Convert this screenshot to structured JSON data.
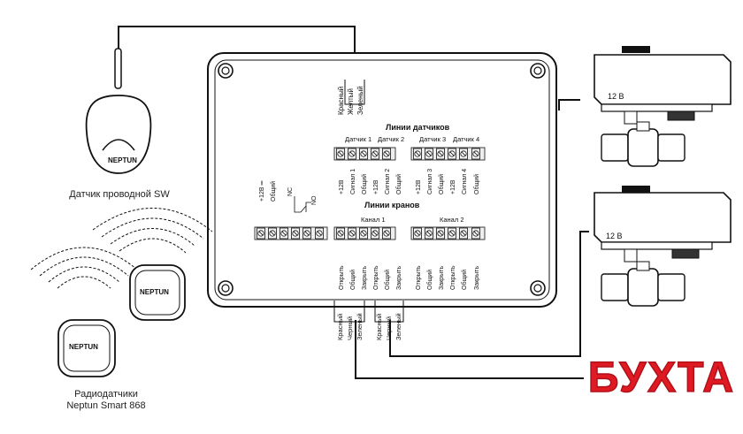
{
  "header": {
    "sensor_lines": "Линии датчиков",
    "valve_lines": "Линии кранов"
  },
  "sensor_channels": [
    "Датчик 1",
    "Датчик 2",
    "Датчик 3",
    "Датчик 4"
  ],
  "valve_channels": [
    "Канал 1",
    "Канал 2"
  ],
  "top_wires": [
    "Красный",
    "Желтый",
    "Зеленый"
  ],
  "bottom_wires": [
    "Красный",
    "Черный",
    "Зеленый",
    "Красный",
    "Черный",
    "Зеленый"
  ],
  "power_terminals": [
    "+12В ═",
    "Общий"
  ],
  "relay_terminals": [
    "NC",
    "NO"
  ],
  "sensor_terminals": [
    "+12В",
    "Сигнал 1",
    "Общий",
    "+12В",
    "Сигнал 2",
    "Общий",
    "+12В",
    "Сигнал 3",
    "Общий",
    "+12В",
    "Сигнал 4",
    "Общий"
  ],
  "valve_terminals": [
    "Открыть",
    "Общий",
    "Закрыть",
    "Открыть",
    "Общий",
    "Закрыть",
    "Открыть",
    "Общий",
    "Закрыть",
    "Открыть",
    "Общий",
    "Закрыть"
  ],
  "wired_sensor": {
    "brand": "NEPTUN",
    "caption": "Датчик проводной SW"
  },
  "radio_sensors": {
    "brand": "NEPTUN",
    "caption_line1": "Радиодатчики",
    "caption_line2": "Neptun Smart 868"
  },
  "valves": [
    {
      "voltage": "12 В"
    },
    {
      "voltage": "12 В"
    }
  ],
  "watermark": {
    "text": "БУХТА",
    "color": "#e01a22"
  },
  "colors": {
    "line": "#111111",
    "terminal": "#f2f2f2"
  }
}
